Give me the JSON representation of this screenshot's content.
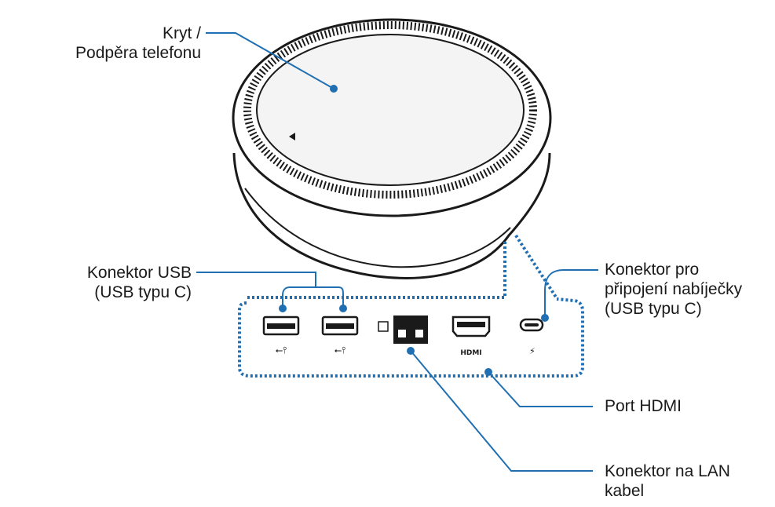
{
  "labels": {
    "cover_line1": "Kryt /",
    "cover_line2": "Podpěra telefonu",
    "usb_line1": "Konektor USB",
    "usb_line2": "(USB typu C)",
    "charger_line1": "Konektor pro",
    "charger_line2": "připojení nabíječky",
    "charger_line3": "(USB typu C)",
    "hdmi": "Port HDMI",
    "lan_line1": "Konektor na LAN",
    "lan_line2": "kabel"
  },
  "port_marks": {
    "hdmi_logo": "HDMI"
  },
  "colors": {
    "callout": "#1f6fb2",
    "device_outline": "#1a1a1a"
  }
}
